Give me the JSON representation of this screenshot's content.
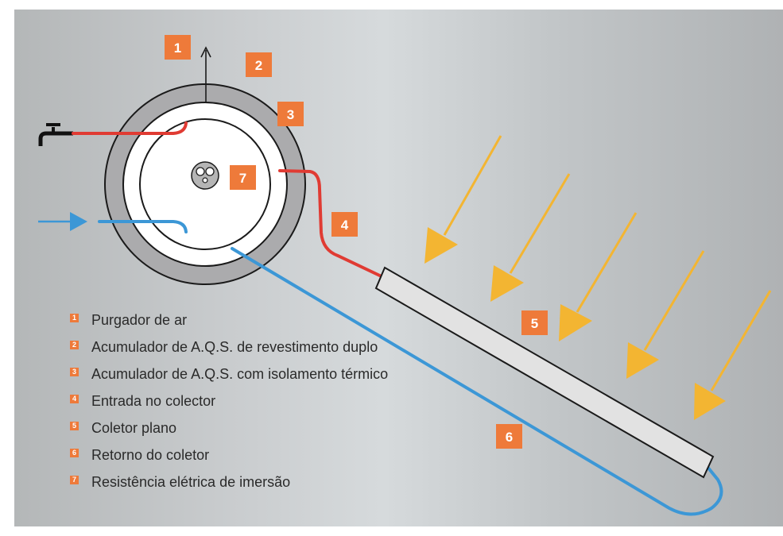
{
  "colors": {
    "badge": "#ee7a3a",
    "hot_pipe": "#e03b33",
    "cold_pipe": "#3c97d6",
    "sun_arrow": "#f3b532",
    "tank_insulation": "#a9abad",
    "collector": "#dedede"
  },
  "badges": {
    "b1": "1",
    "b2": "2",
    "b3": "3",
    "b4": "4",
    "b5": "5",
    "b6": "6",
    "b7": "7"
  },
  "legend": [
    {
      "num": "1",
      "text": "Purgador de ar"
    },
    {
      "num": "2",
      "text": "Acumulador de A.Q.S. de revestimento duplo"
    },
    {
      "num": "3",
      "text": "Acumulador de A.Q.S. com isolamento térmico"
    },
    {
      "num": "4",
      "text": "Entrada no colector"
    },
    {
      "num": "5",
      "text": "Coletor plano"
    },
    {
      "num": "6",
      "text": "Retorno do coletor"
    },
    {
      "num": "7",
      "text": "Resistência elétrica de imersão"
    }
  ],
  "icons": {
    "tap": "tap-icon",
    "inflow_arrow": "arrow-right-icon",
    "vent_arrow": "arrow-up-icon",
    "heater": "heating-element-icon",
    "sun_rays": "sun-ray-arrow-icon"
  }
}
